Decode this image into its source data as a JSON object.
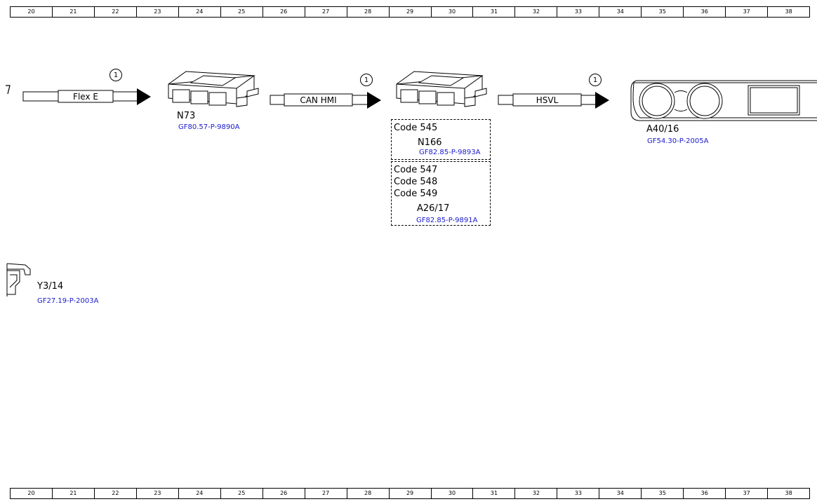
{
  "ruler": {
    "columns": [
      "20",
      "21",
      "22",
      "23",
      "24",
      "25",
      "26",
      "27",
      "28",
      "29",
      "30",
      "31",
      "32",
      "33",
      "34",
      "35",
      "36",
      "37",
      "38"
    ]
  },
  "buses": {
    "flex_e": "Flex E",
    "can_hmi": "CAN HMI",
    "hsvl": "HSVL",
    "marker": "1"
  },
  "components": {
    "n73": {
      "label": "N73",
      "ref": "GF80.57-P-9890A"
    },
    "n166": {
      "code": "Code 545",
      "label": "N166",
      "ref": "GF82.85-P-9893A"
    },
    "a26_17": {
      "codes": [
        "Code 547",
        "Code 548",
        "Code 549"
      ],
      "label": "A26/17",
      "ref": "GF82.85-P-9891A"
    },
    "a40_16": {
      "label": "A40/16",
      "ref": "GF54.30-P-2005A"
    },
    "y3_14": {
      "label": "Y3/14",
      "ref": "GF27.19-P-2003A"
    },
    "left_edge_fragment": "?"
  }
}
